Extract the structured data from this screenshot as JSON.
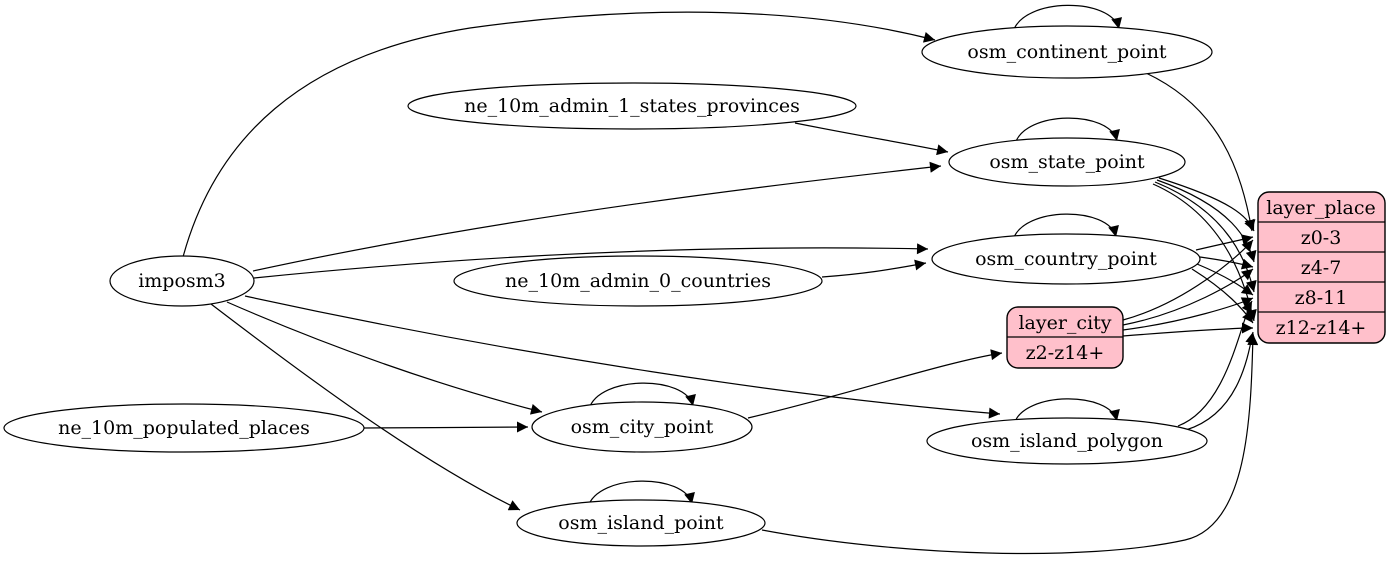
{
  "diagram": {
    "type": "etl-graph",
    "description": "ETL diagram of map place layer tables and zoom ranges"
  },
  "colors": {
    "background": "#ffffff",
    "node_fill": "#ffffff",
    "record_fill": "#ffc0cb",
    "stroke": "#000000",
    "text": "#000000"
  },
  "nodes": {
    "imposm3": {
      "label": "imposm3",
      "shape": "ellipse"
    },
    "ne_10m_admin_1_states_provinces": {
      "label": "ne_10m_admin_1_states_provinces",
      "shape": "ellipse"
    },
    "ne_10m_admin_0_countries": {
      "label": "ne_10m_admin_0_countries",
      "shape": "ellipse"
    },
    "ne_10m_populated_places": {
      "label": "ne_10m_populated_places",
      "shape": "ellipse"
    },
    "osm_continent_point": {
      "label": "osm_continent_point",
      "shape": "ellipse"
    },
    "osm_state_point": {
      "label": "osm_state_point",
      "shape": "ellipse"
    },
    "osm_country_point": {
      "label": "osm_country_point",
      "shape": "ellipse"
    },
    "osm_city_point": {
      "label": "osm_city_point",
      "shape": "ellipse"
    },
    "osm_island_polygon": {
      "label": "osm_island_polygon",
      "shape": "ellipse"
    },
    "osm_island_point": {
      "label": "osm_island_point",
      "shape": "ellipse"
    }
  },
  "records": {
    "layer_place": {
      "title": "layer_place",
      "rows": [
        "z0-3",
        "z4-7",
        "z8-11",
        "z12-z14+"
      ]
    },
    "layer_city": {
      "title": "layer_city",
      "rows": [
        "z2-z14+"
      ]
    }
  },
  "self_loops": [
    "osm_continent_point",
    "osm_state_point",
    "osm_country_point",
    "osm_city_point",
    "osm_island_polygon",
    "osm_island_point"
  ],
  "edges": [
    {
      "from": "imposm3",
      "to": "osm_continent_point"
    },
    {
      "from": "imposm3",
      "to": "osm_state_point"
    },
    {
      "from": "imposm3",
      "to": "osm_country_point"
    },
    {
      "from": "imposm3",
      "to": "osm_city_point"
    },
    {
      "from": "imposm3",
      "to": "osm_island_polygon"
    },
    {
      "from": "imposm3",
      "to": "osm_island_point"
    },
    {
      "from": "ne_10m_admin_1_states_provinces",
      "to": "osm_state_point"
    },
    {
      "from": "ne_10m_admin_0_countries",
      "to": "osm_country_point"
    },
    {
      "from": "ne_10m_populated_places",
      "to": "osm_city_point"
    },
    {
      "from": "osm_city_point",
      "to": "layer_city",
      "row": "z2-z14+"
    },
    {
      "from": "layer_city",
      "to": "layer_place",
      "row": "z0-3"
    },
    {
      "from": "layer_city",
      "to": "layer_place",
      "row": "z4-7"
    },
    {
      "from": "layer_city",
      "to": "layer_place",
      "row": "z8-11"
    },
    {
      "from": "layer_city",
      "to": "layer_place",
      "row": "z12-z14+"
    },
    {
      "from": "osm_continent_point",
      "to": "layer_place",
      "row": "z0-3"
    },
    {
      "from": "osm_country_point",
      "to": "layer_place",
      "row": "z0-3"
    },
    {
      "from": "osm_country_point",
      "to": "layer_place",
      "row": "z4-7"
    },
    {
      "from": "osm_country_point",
      "to": "layer_place",
      "row": "z8-11"
    },
    {
      "from": "osm_country_point",
      "to": "layer_place",
      "row": "z12-z14+"
    },
    {
      "from": "osm_state_point",
      "to": "layer_place",
      "row": "z0-3"
    },
    {
      "from": "osm_state_point",
      "to": "layer_place",
      "row": "z4-7"
    },
    {
      "from": "osm_state_point",
      "to": "layer_place",
      "row": "z8-11"
    },
    {
      "from": "osm_state_point",
      "to": "layer_place",
      "row": "z12-z14+"
    },
    {
      "from": "osm_island_polygon",
      "to": "layer_place",
      "row": "z8-11"
    },
    {
      "from": "osm_island_polygon",
      "to": "layer_place",
      "row": "z12-z14+"
    },
    {
      "from": "osm_island_point",
      "to": "layer_place",
      "row": "z12-z14+"
    }
  ]
}
